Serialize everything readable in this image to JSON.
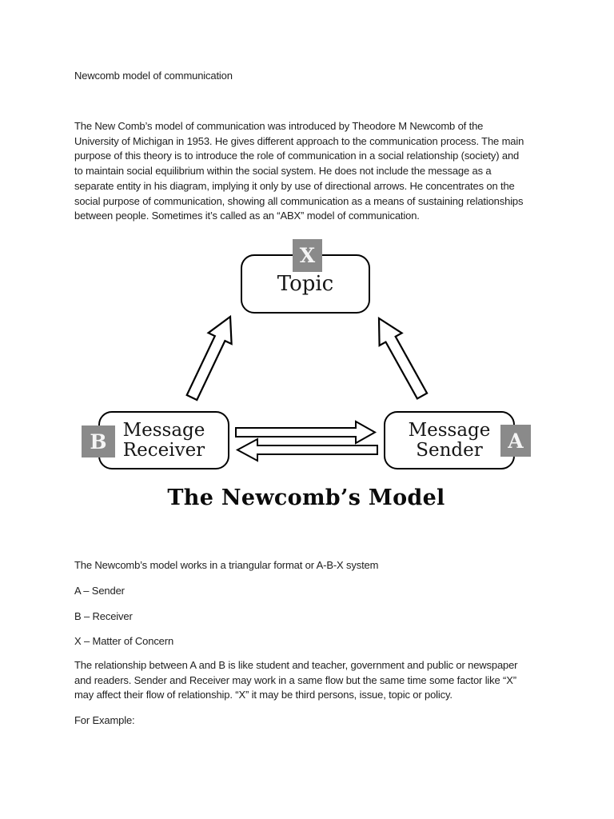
{
  "theme": {
    "page_bg": "#ffffff",
    "text_color": "#1e1e1e",
    "badge_bg": "#8a8a8a",
    "badge_text": "#f5f5f5",
    "ink": "#000000"
  },
  "document": {
    "title": "Newcomb model of communication",
    "intro_lines": [
      "The New Comb’s model of communication was introduced by Theodore M Newcomb of the",
      "University of Michigan in 1953. He gives different approach to the communication process. The main",
      "purpose of this theory is to introduce the role of communication in a social relationship (society) and",
      "to maintain social equilibrium within the social system. He does not include the message as a",
      "separate entity in his diagram, implying it only by use of directional arrows. He concentrates on the",
      "social purpose of communication, showing all communication as a means of sustaining relationships",
      "between people. Sometimes it’s called as an “ABX” model of communication."
    ],
    "system_line": "The Newcomb’s model works in a triangular format or A-B-X system",
    "definitions": {
      "a": "A – Sender",
      "b": "B – Receiver",
      "x": "X – Matter of Concern"
    },
    "relationship_lines": [
      "The relationship between A and B is like student and teacher, government and public or newspaper",
      "and readers. Sender and Receiver may work in a same flow but the same time some factor like “X”",
      "may affect their flow of relationship.  “X” it may be third persons, issue, topic or policy."
    ],
    "for_example": "For Example:"
  },
  "diagram": {
    "topic": {
      "badge": "X",
      "lines": [
        "Topic"
      ]
    },
    "receiver": {
      "badge": "B",
      "lines": [
        "Message",
        "Receiver"
      ]
    },
    "sender": {
      "badge": "A",
      "lines": [
        "Message",
        "Sender"
      ]
    },
    "caption": "The Newcomb’s Model"
  }
}
